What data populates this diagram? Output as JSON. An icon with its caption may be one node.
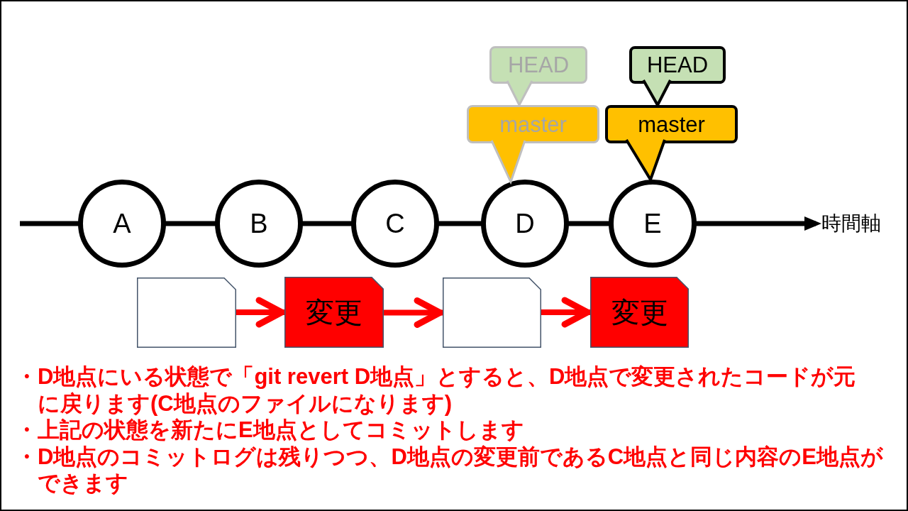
{
  "diagram": {
    "nodes": [
      {
        "text": [
          "A"
        ]
      },
      {
        "text": [
          "B"
        ]
      },
      {
        "text": [
          "C"
        ]
      },
      {
        "text": [
          "D"
        ]
      },
      {
        "text": [
          "E"
        ]
      },
      {
        "text": [
          "時間軸"
        ]
      },
      {
        "text": [
          "HEAD"
        ]
      },
      {
        "text": [
          "master"
        ]
      },
      {
        "text": [
          "HEAD"
        ]
      },
      {
        "text": [
          "master"
        ]
      },
      {
        "text": [],
        "shape": "document"
      },
      {
        "text": [
          "変更"
        ]
      },
      {
        "text": [],
        "shape": "document"
      },
      {
        "text": [
          "変更"
        ]
      }
    ],
    "edges": [
      {
        "from": null,
        "to": 0,
        "arrow": "none"
      },
      {
        "from": 0,
        "to": 1,
        "arrow": "none"
      },
      {
        "from": 1,
        "to": 2,
        "arrow": "none"
      },
      {
        "from": 2,
        "to": 3,
        "arrow": "none"
      },
      {
        "from": 3,
        "to": 4,
        "arrow": "none"
      },
      {
        "from": 4,
        "to": 5,
        "arrow": "to"
      },
      {
        "from": 6,
        "to": 7,
        "arrow": "to",
        "color": "#bfbfbf"
      },
      {
        "from": 7,
        "to": 3,
        "arrow": "to",
        "color": "#bfbfbf"
      },
      {
        "from": 8,
        "to": 9,
        "arrow": "to"
      },
      {
        "from": 9,
        "to": 4,
        "arrow": "to"
      },
      {
        "from": 10,
        "to": 11,
        "arrow": "to",
        "color": "#ff0000"
      },
      {
        "from": 11,
        "to": 12,
        "arrow": "to",
        "color": "#ff0000"
      },
      {
        "from": 12,
        "to": 13,
        "arrow": "to",
        "color": "#ff0000"
      }
    ],
    "labels": [
      "・D地点にいる状態で「git revert D地点」とすると、D地点で変更されたコードが元に戻ります(C地点のファイルになります)",
      "・上記の状態を新たにE地点としてコミットします",
      "・D地点のコミットログは残りつつ、D地点の変更前であるC地点と同じ内容のE地点ができます"
    ]
  }
}
